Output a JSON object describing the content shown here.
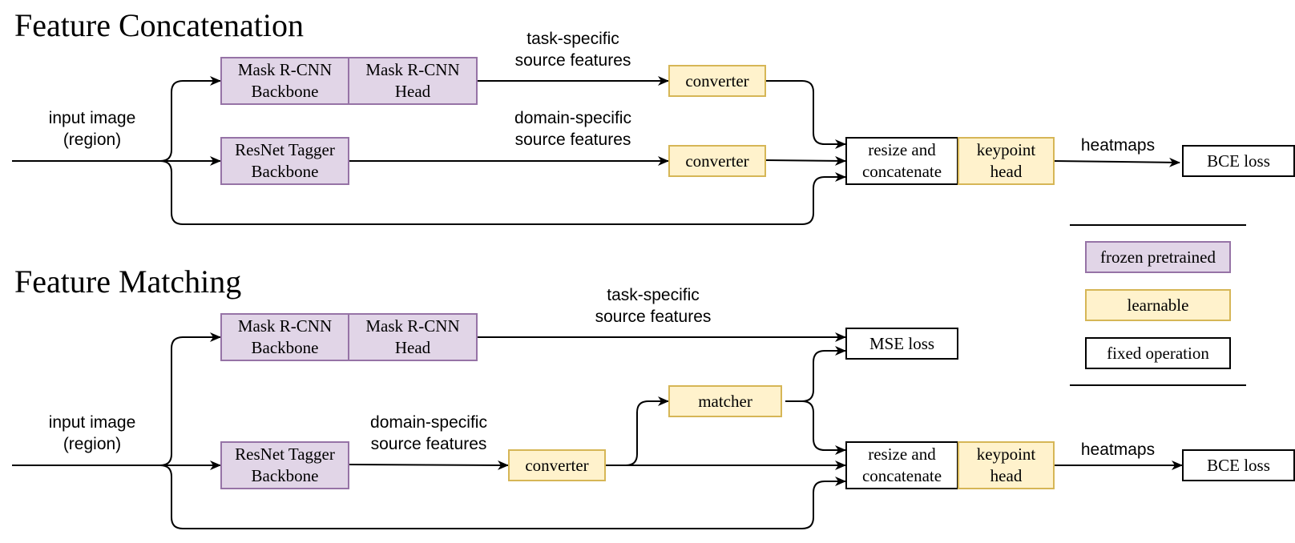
{
  "colors": {
    "frozen_fill": "#e1d5e7",
    "frozen_border": "#9673a6",
    "learnable_fill": "#fff2cc",
    "learnable_border": "#d6b656",
    "fixed_border": "#000000"
  },
  "concat": {
    "title": "Feature Concatenation",
    "input_l1": "input image",
    "input_l2": "(region)",
    "mrcnn_backbone_l1": "Mask R-CNN",
    "mrcnn_backbone_l2": "Backbone",
    "mrcnn_head_l1": "Mask R-CNN",
    "mrcnn_head_l2": "Head",
    "resnet_l1": "ResNet Tagger",
    "resnet_l2": "Backbone",
    "task_l1": "task-specific",
    "task_l2": "source features",
    "domain_l1": "domain-specific",
    "domain_l2": "source features",
    "converter_top": "converter",
    "converter_mid": "converter",
    "resize_l1": "resize and",
    "resize_l2": "concatenate",
    "keypoint_l1": "keypoint",
    "keypoint_l2": "head",
    "heatmaps": "heatmaps",
    "bce": "BCE loss"
  },
  "matching": {
    "title": "Feature Matching",
    "input_l1": "input image",
    "input_l2": "(region)",
    "mrcnn_backbone_l1": "Mask R-CNN",
    "mrcnn_backbone_l2": "Backbone",
    "mrcnn_head_l1": "Mask R-CNN",
    "mrcnn_head_l2": "Head",
    "resnet_l1": "ResNet Tagger",
    "resnet_l2": "Backbone",
    "task_l1": "task-specific",
    "task_l2": "source features",
    "domain_l1": "domain-specific",
    "domain_l2": "source features",
    "converter": "converter",
    "matcher": "matcher",
    "mse": "MSE loss",
    "resize_l1": "resize and",
    "resize_l2": "concatenate",
    "keypoint_l1": "keypoint",
    "keypoint_l2": "head",
    "heatmaps": "heatmaps",
    "bce": "BCE loss"
  },
  "legend": {
    "frozen": "frozen pretrained",
    "learnable": "learnable",
    "fixed": "fixed operation"
  }
}
